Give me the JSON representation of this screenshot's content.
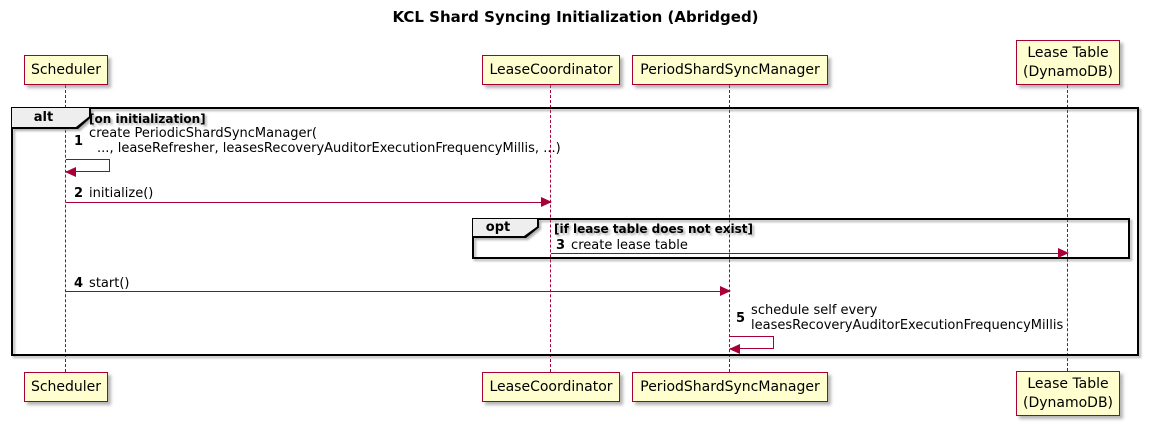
{
  "title": "KCL Shard Syncing Initialization (Abridged)",
  "colors": {
    "participant_fill": "#FEFECE",
    "participant_border": "#A80036",
    "arrow_line": "#A80036",
    "frame_border": "#000000",
    "frame_label_bg": "#EEEEEE",
    "background": "#FFFFFF",
    "text": "#000000"
  },
  "participants": [
    {
      "label": "Scheduler"
    },
    {
      "label": "LeaseCoordinator"
    },
    {
      "label": "PeriodShardSyncManager"
    },
    {
      "label": "Lease Table",
      "label2": "(DynamoDB)"
    }
  ],
  "frames": [
    {
      "type": "alt",
      "condition": "[on initialization]"
    },
    {
      "type": "opt",
      "condition": "[if lease table does not exist]"
    }
  ],
  "messages": [
    {
      "num": "1",
      "line1": "create PeriodicShardSyncManager(",
      "line2": "..., leaseRefresher, leasesRecoveryAuditorExecutionFrequencyMillis, ...)",
      "kind": "self",
      "from": "Scheduler",
      "to": "Scheduler"
    },
    {
      "num": "2",
      "text": "initialize()",
      "kind": "arrow",
      "from": "Scheduler",
      "to": "LeaseCoordinator"
    },
    {
      "num": "3",
      "text": "create lease table",
      "kind": "arrow",
      "from": "LeaseCoordinator",
      "to": "Lease Table (DynamoDB)"
    },
    {
      "num": "4",
      "text": "start()",
      "kind": "arrow",
      "from": "Scheduler",
      "to": "PeriodShardSyncManager"
    },
    {
      "num": "5",
      "line1": "schedule self every",
      "line2": "leasesRecoveryAuditorExecutionFrequencyMillis",
      "kind": "self",
      "from": "PeriodShardSyncManager",
      "to": "PeriodShardSyncManager"
    }
  ]
}
